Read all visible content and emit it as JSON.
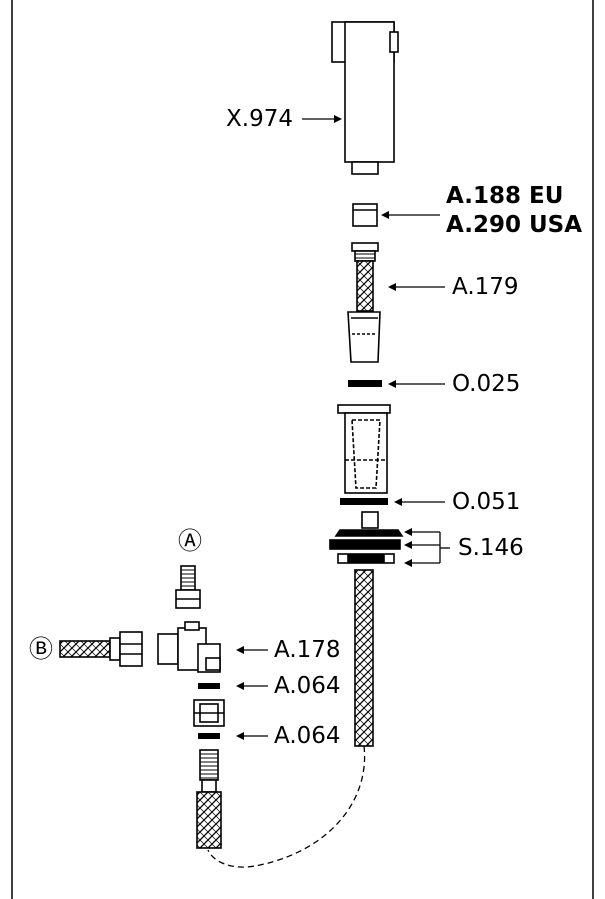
{
  "parts": {
    "handspray": "X.974",
    "adapter_eu": "A.188 EU",
    "adapter_usa": "A.290 USA",
    "hose_connector": "A.179",
    "oring_small": "O.025",
    "oring_large": "O.051",
    "mounting_kit": "S.146",
    "tee_valve": "A.178",
    "washer_1": "A.064",
    "washer_2": "A.064"
  },
  "callouts": {
    "a": "Ⓐ",
    "b": "Ⓑ"
  },
  "colors": {
    "line": "#000000",
    "background": "#ffffff"
  }
}
